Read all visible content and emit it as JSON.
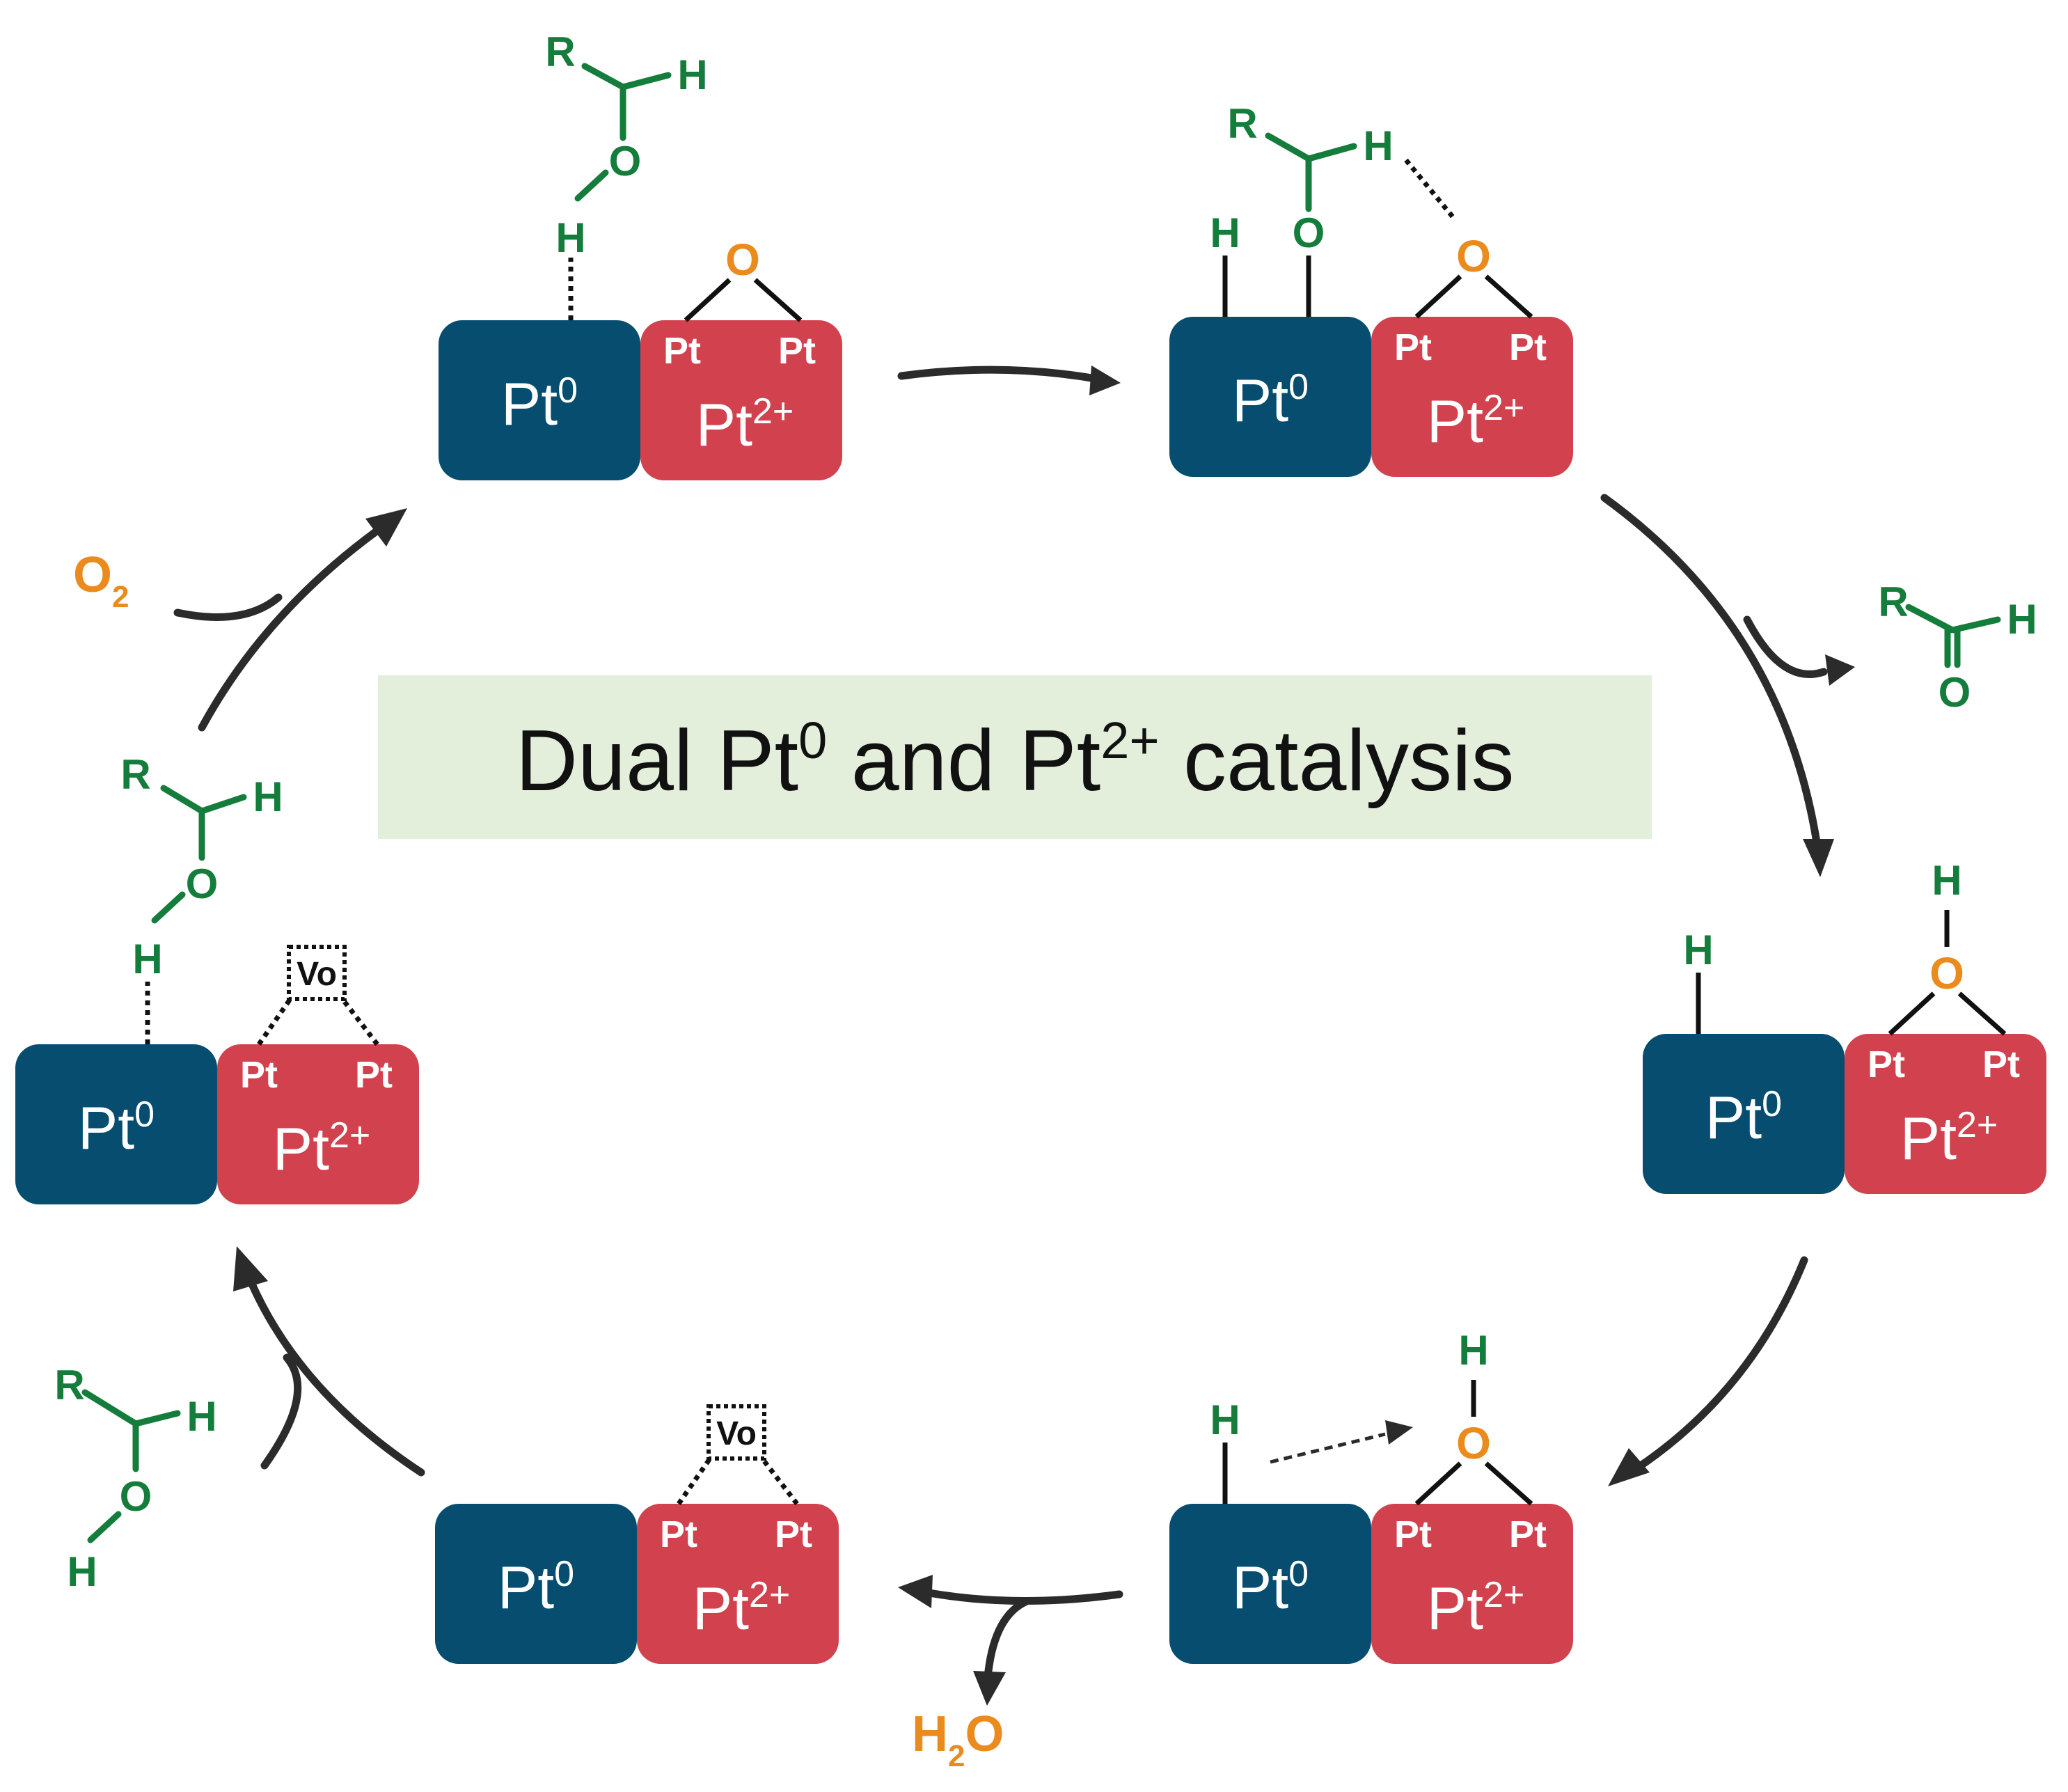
{
  "title": {
    "prefix": "Dual Pt",
    "sup1": "0",
    "mid": " and Pt",
    "sup2": "2+",
    "suffix": " catalysis"
  },
  "box": {
    "pt0_main": "Pt",
    "pt0_sup": "0",
    "pt2_main": "Pt",
    "pt2_sup": "2+",
    "pt_atom": "Pt"
  },
  "atoms": {
    "R": "R",
    "H": "H",
    "O": "O",
    "vacancy": "Vo"
  },
  "reagents": {
    "o2_main": "O",
    "o2_sub": "2",
    "h2o_h": "H",
    "h2o_sub": "2",
    "h2o_o": "O"
  },
  "colors": {
    "pt0": "#064d70",
    "pt2": "#d2414e",
    "organic": "#157d3b",
    "oxygen": "#eb8a1d",
    "title_bg": "#e3efdb"
  }
}
